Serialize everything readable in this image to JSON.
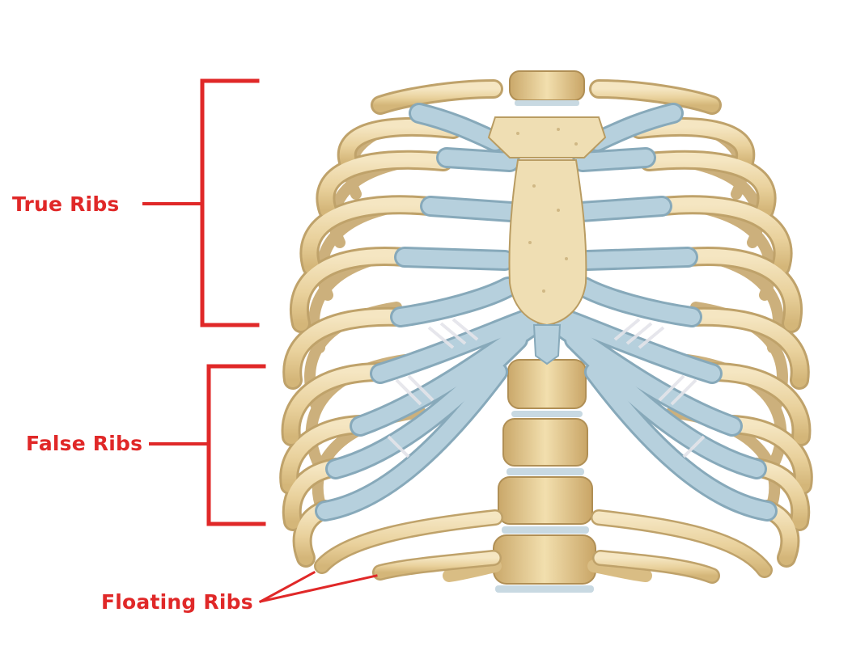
{
  "labels": {
    "true_ribs": "True Ribs",
    "false_ribs": "False Ribs",
    "floating_ribs": "Floating Ribs"
  },
  "colors": {
    "annotation": "#e02828",
    "bone": "#ecd7a6",
    "bone_outline": "#bfa26a",
    "cartilage": "#b4cfdc",
    "cartilage_outline": "#87a9ba",
    "disc": "#c8d9e2",
    "ligament": "#e3e3e8"
  }
}
